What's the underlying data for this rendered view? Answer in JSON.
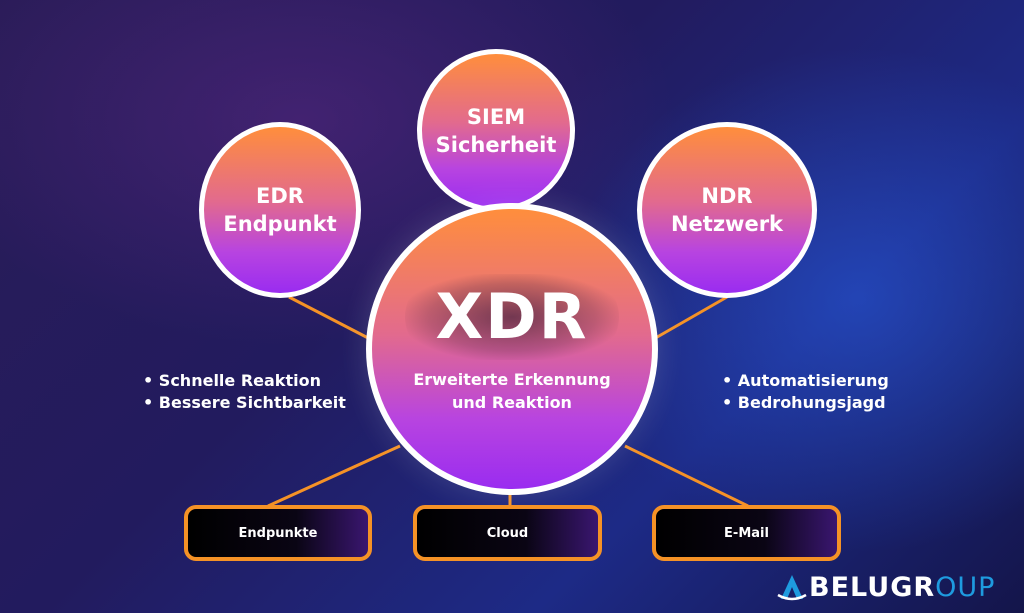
{
  "hub": {
    "title": "XDR",
    "subtitle_line1": "Erweiterte Erkennung",
    "subtitle_line2": "und Reaktion"
  },
  "satellites": [
    {
      "line1": "EDR",
      "line2": "Endpunkt"
    },
    {
      "line1": "SIEM",
      "line2": "Sicherheit"
    },
    {
      "line1": "NDR",
      "line2": "Netzwerk"
    }
  ],
  "benefits_left": [
    "Schnelle Reaktion",
    "Bessere Sichtbarkeit"
  ],
  "benefits_right": [
    "Automatisierung",
    "Bedrohungsjagd"
  ],
  "sources": [
    "Endpunkte",
    "Cloud",
    "E-Mail"
  ],
  "logo": {
    "part1": "BELU",
    "part2": "GR",
    "part3": "OUP"
  },
  "colors": {
    "accent_orange": "#f59226",
    "circle_gradient_top": "#ff8e3c",
    "circle_gradient_bottom": "#9a2cf0",
    "logo_blue": "#1e9bdf"
  }
}
